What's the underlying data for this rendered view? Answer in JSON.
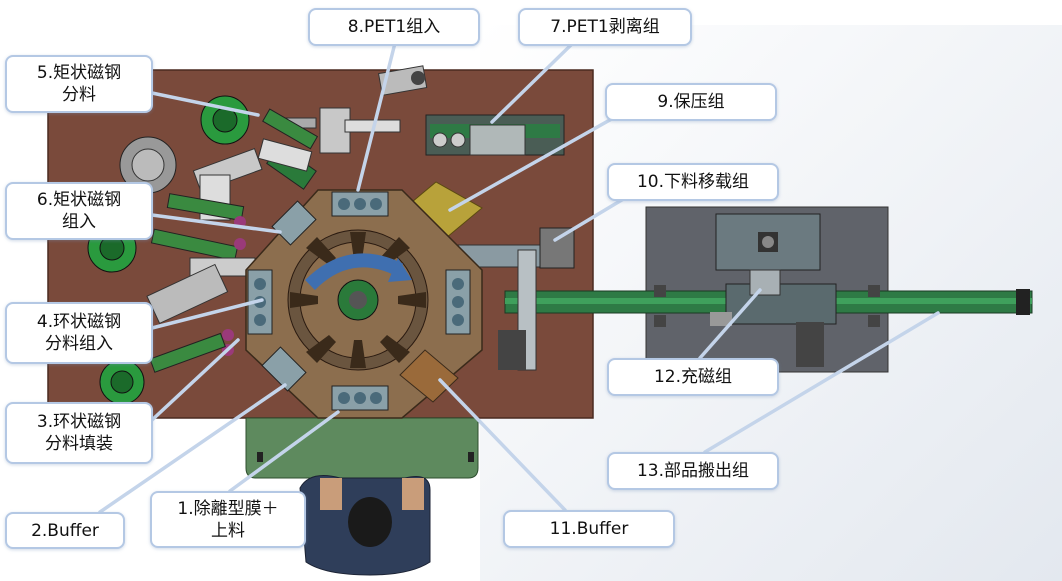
{
  "labels": {
    "l1": "1.除離型膜＋\n上料",
    "l2": "2.Buffer",
    "l3": "3.环状磁钢\n分料填装",
    "l4": "4.环状磁钢\n分料组入",
    "l5": "5.矩状磁钢\n分料",
    "l6": "6.矩状磁钢\n组入",
    "l7": "7.PET1剥离组",
    "l8": "8.PET1组入",
    "l9": "9.保压组",
    "l10": "10.下料移载组",
    "l11": "11.Buffer",
    "l12": "12.充磁组",
    "l13": "13.部品搬出组"
  },
  "colors": {
    "main_base": "#7a4a3b",
    "right_base": "#60636a",
    "turntable": "#8c6e4e",
    "conveyor": "#2e7a45",
    "feeder_green": "#2a9a3e",
    "callout_border": "#b4c8e4"
  }
}
